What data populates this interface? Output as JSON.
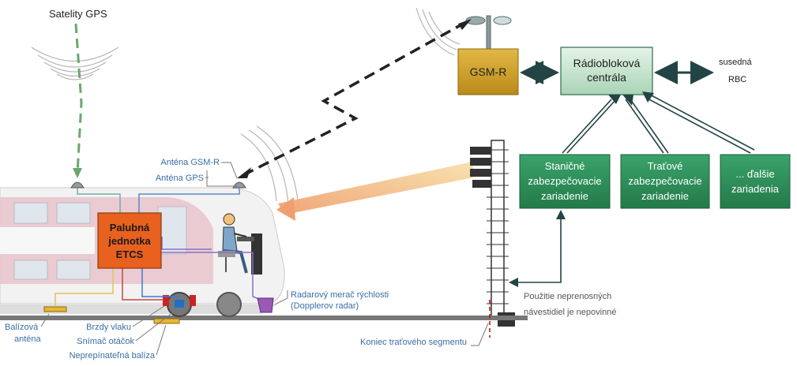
{
  "labels": {
    "satellite_gps": "Satelity GPS",
    "gsm_r": "GSM-R",
    "rbc_line1": "Rádiobloková",
    "rbc_line2": "centrála",
    "neighbor_rbc_line1": "susedná",
    "neighbor_rbc_line2": "RBC",
    "station_line1": "Staničné",
    "station_line2": "zabezpečovacie",
    "station_line3": "zariadenie",
    "line_line1": "Traťové",
    "line_line2": "zabezpečovacie",
    "line_line3": "zariadenie",
    "other_line1": "... ďalšie",
    "other_line2": "zariadenia",
    "antenna_gsmr": "Anténa GSM-R",
    "antenna_gps": "Anténa GPS",
    "obu_line1": "Palubná",
    "obu_line2": "jednotka",
    "obu_line3": "ETCS",
    "radar_line1": "Radarový merač rýchlosti",
    "radar_line2": "(Dopplerov radar)",
    "signals_line1": "Použitie neprenosných",
    "signals_line2": "návestidiel je nepovinné",
    "balise_antenna_line1": "Balízová",
    "balise_antenna_line2": "anténa",
    "brakes": "Brzdy vlaku",
    "odometer": "Snímač otáčok",
    "fixed_balise": "Neprepínateľná balíza",
    "segment_end": "Koniec traťového segmentu"
  },
  "colors": {
    "green_box": "#2e8b57",
    "rbc_box": "#c8e6d0",
    "gsmr_box": "#d4a72c",
    "obu_box": "#e8611f",
    "label_blue": "#3a6ea5",
    "rail": "#666666"
  }
}
